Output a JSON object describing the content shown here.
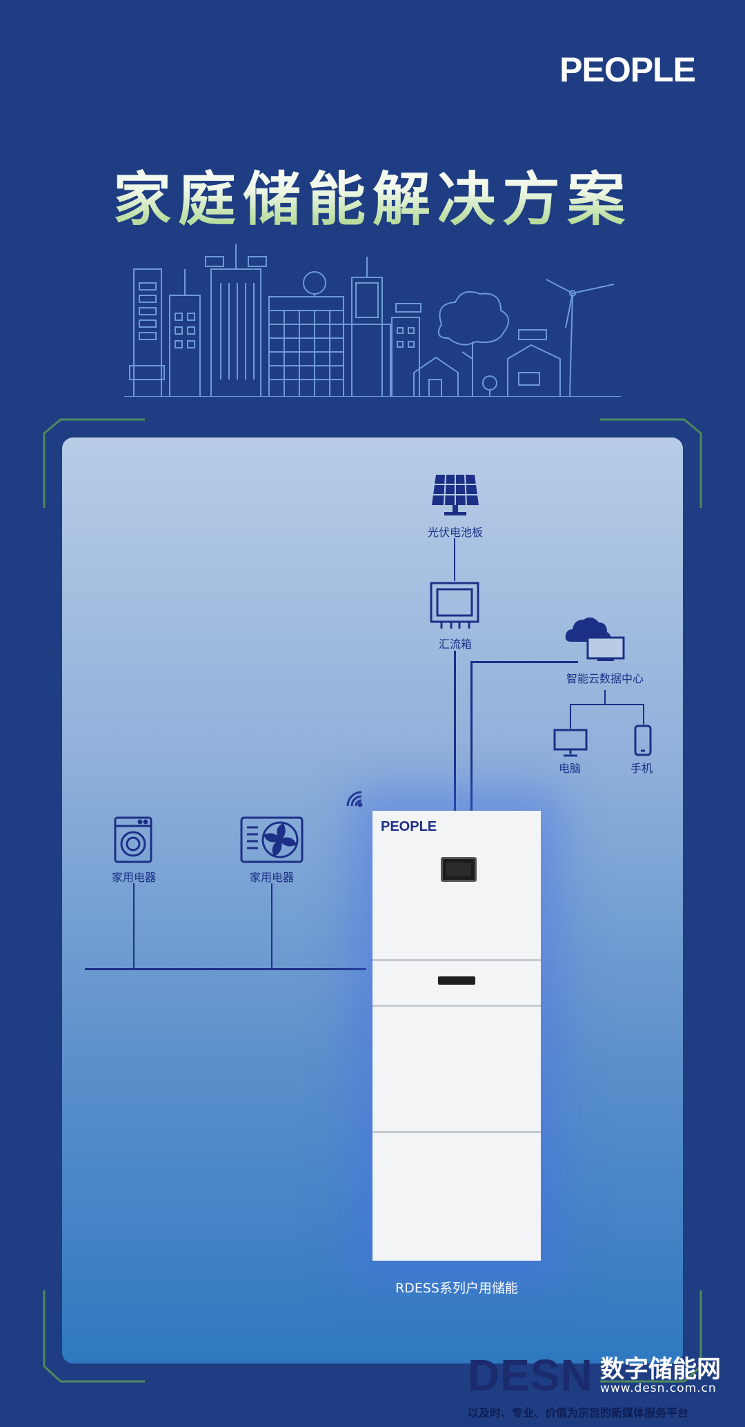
{
  "brand": "PEOPLE",
  "title": "家庭储能解决方案",
  "diagram": {
    "solar_panel_label": "光伏电池板",
    "combiner_box_label": "汇流箱",
    "cloud_center_label": "智能云数据中心",
    "computer_label": "电脑",
    "phone_label": "手机",
    "appliance1_label": "家用电器",
    "appliance2_label": "家用电器",
    "product_brand": "PEOPLE",
    "product_caption": "RDESS系列户用储能"
  },
  "watermark": {
    "logo": "DESN",
    "name": "数字储能网",
    "url": "www.desn.com.cn",
    "slogan": "以及时、专业、价值为宗旨的新媒体服务平台"
  },
  "colors": {
    "background": "#1f3d82",
    "line": "#1c2f86",
    "frame_corner": "#4c8a5c",
    "skyline": "#6d9bd8"
  }
}
